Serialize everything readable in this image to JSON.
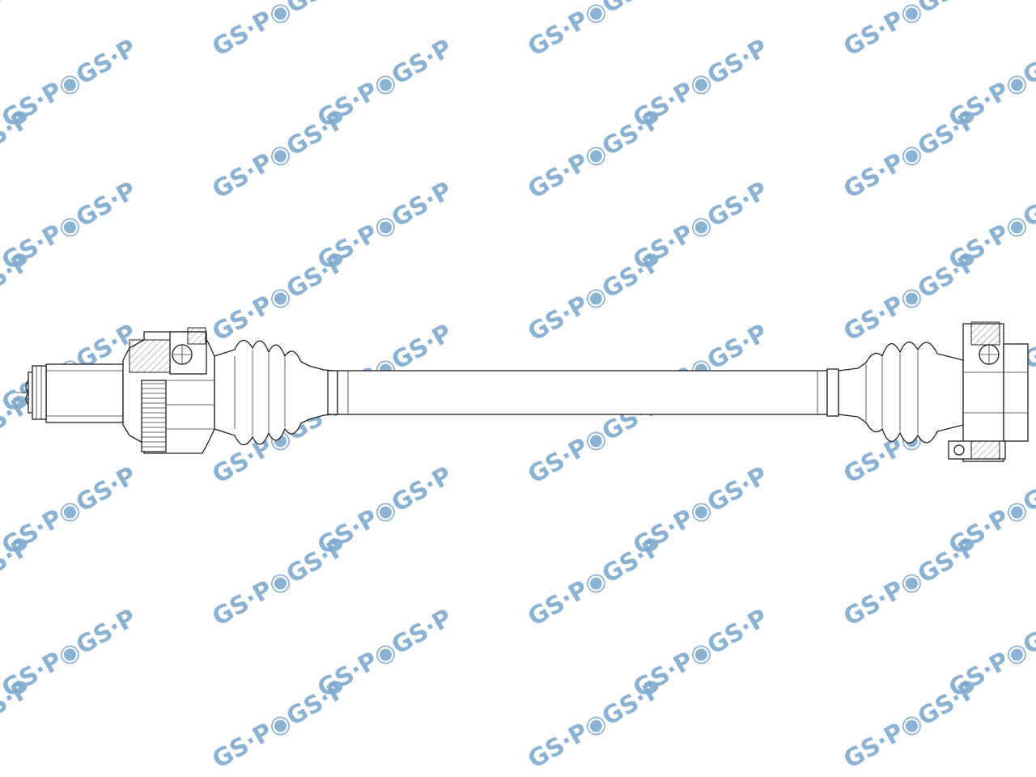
{
  "watermark": {
    "text": "GS·P◉GS·P",
    "color": "#7fa9cf",
    "rotation_deg": -30
  },
  "drawing": {
    "subject": "drive-shaft",
    "line_color": "#1f1f1f"
  }
}
